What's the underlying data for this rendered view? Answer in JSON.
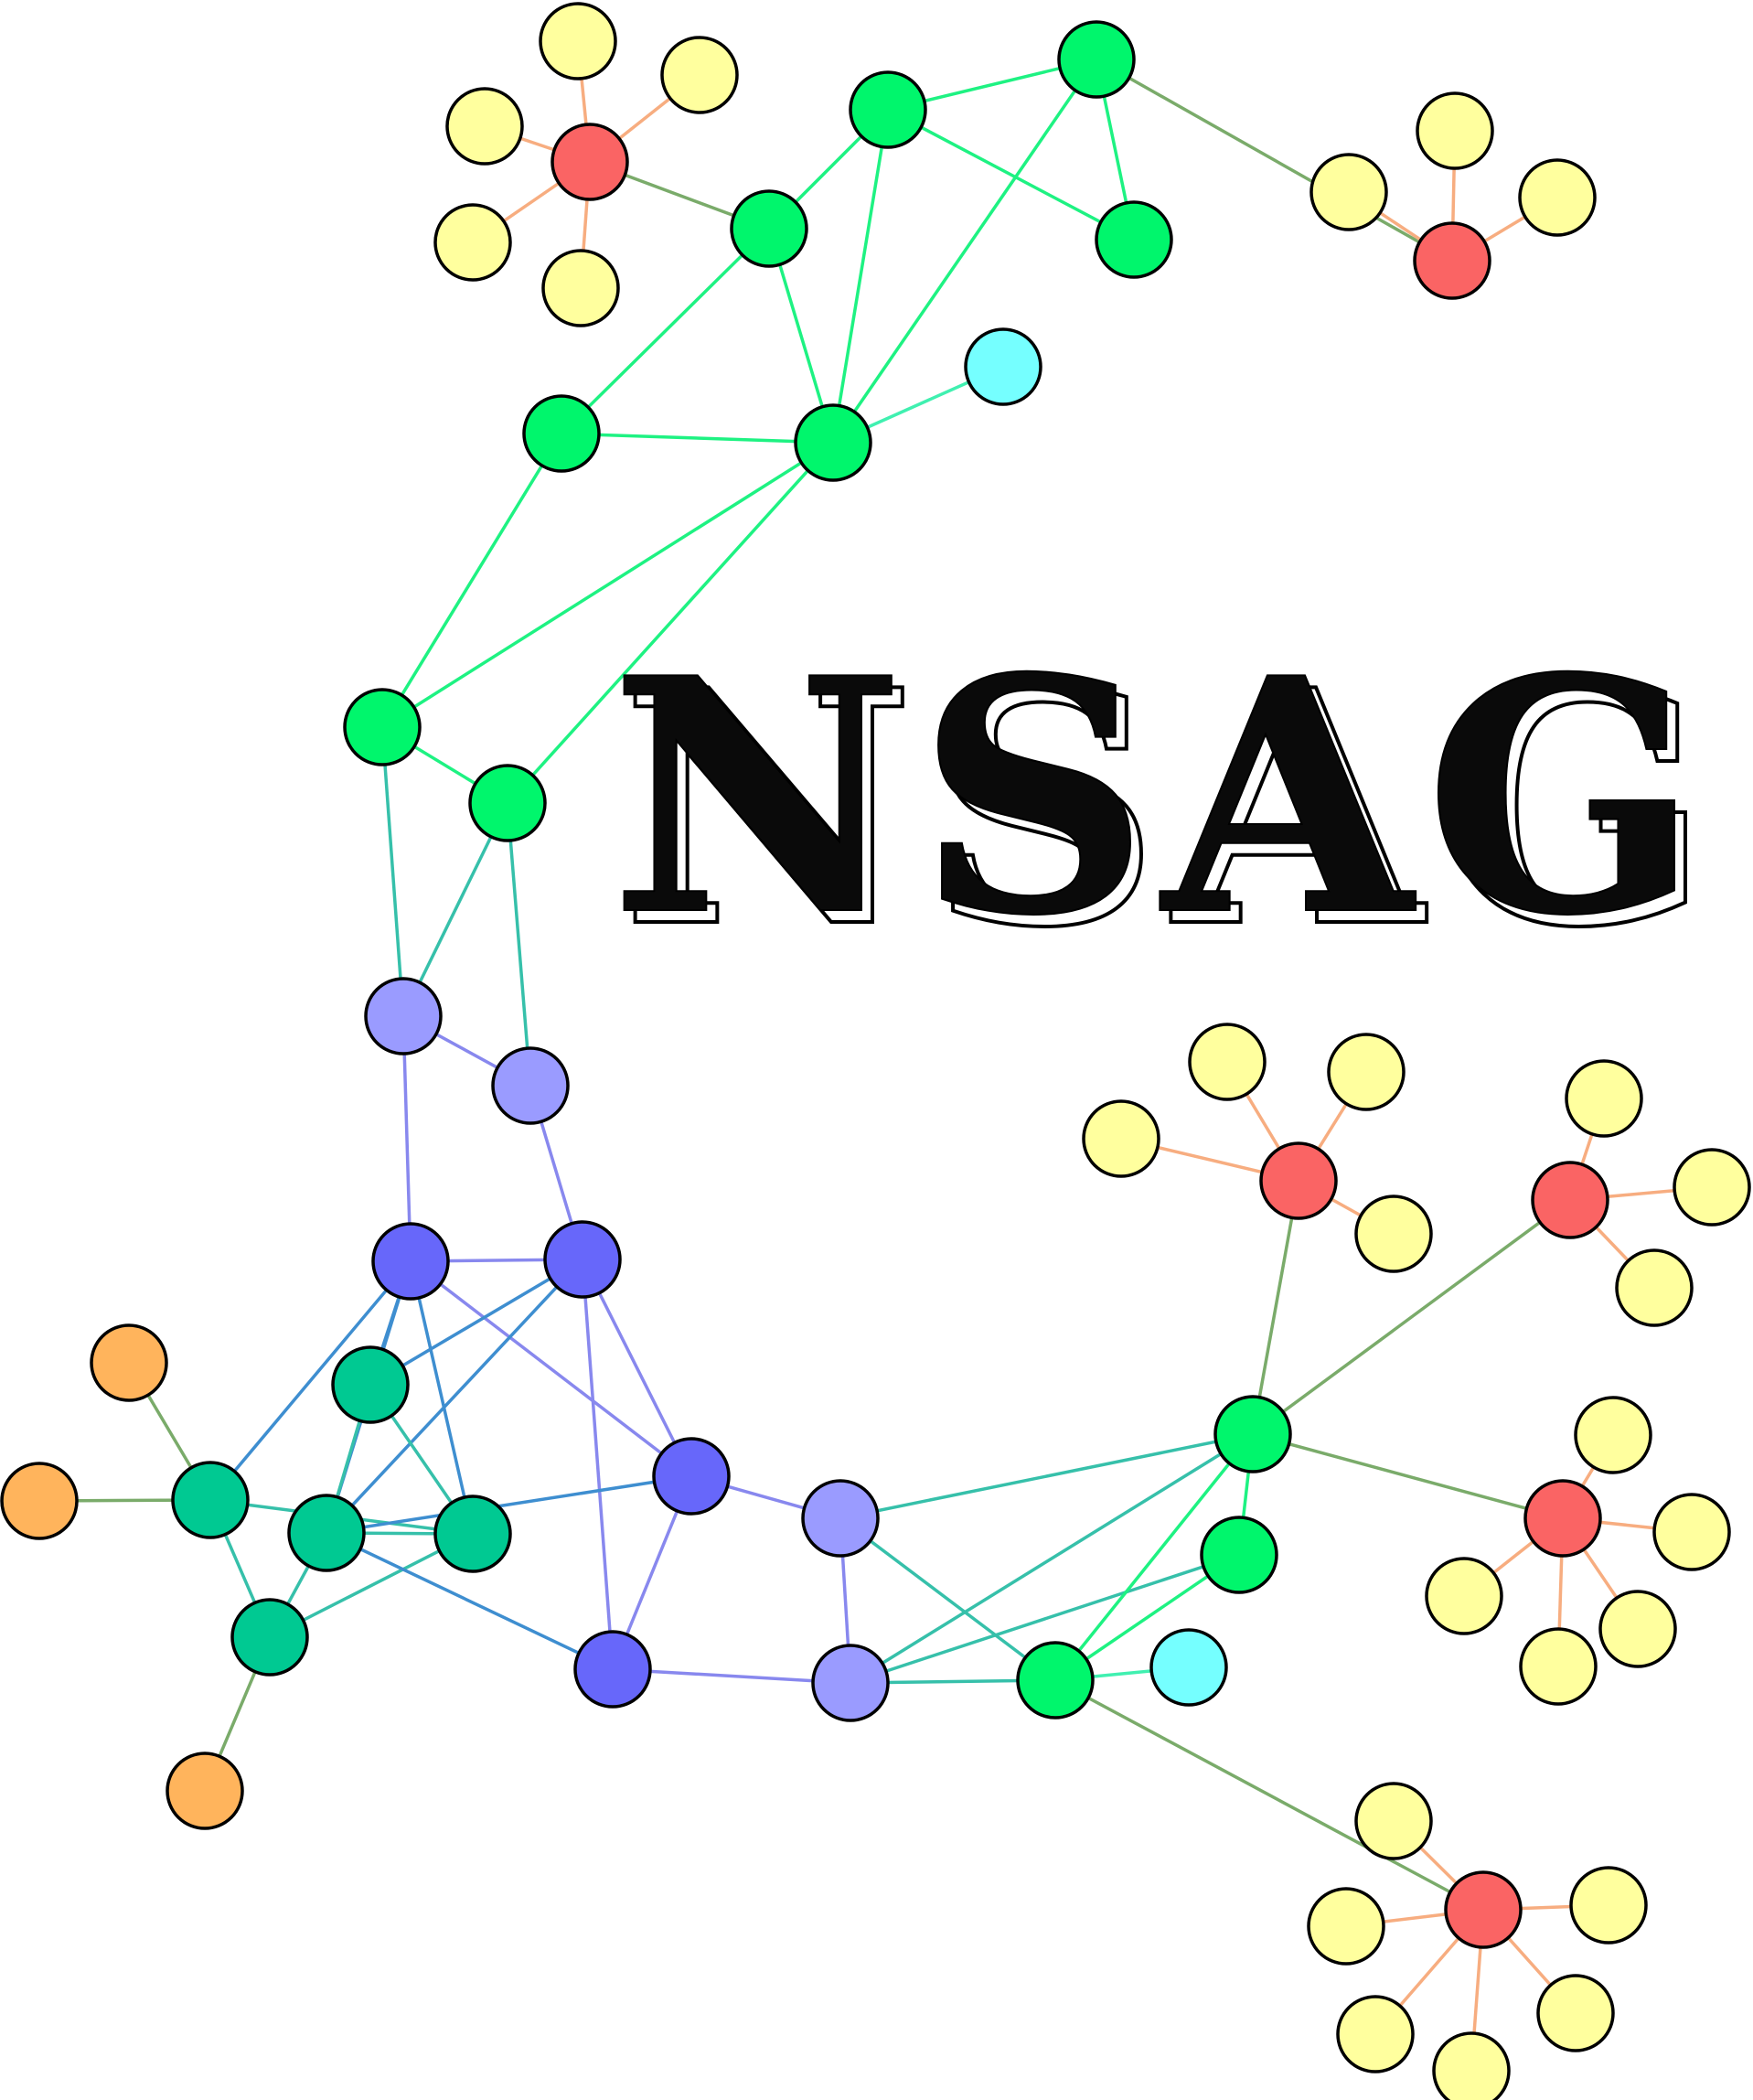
{
  "title": "NSAG",
  "colors": {
    "group_red": "#fa6464",
    "group_yellow": "#ffff9e",
    "group_green": "#00f66c",
    "group_cyan": "#75ffff",
    "group_lavender": "#9a9bff",
    "group_blue": "#6767fa",
    "group_teal": "#00c992",
    "group_orange": "#ffb45c",
    "edge_green": "#1ef282",
    "edge_orange": "#f7ad80",
    "edge_olive": "#7aab6a",
    "edge_teal": "#36c0aa",
    "edge_lavender": "#8888ee",
    "edge_blue": "#3e8ed0",
    "edge_cyan": "#40f0b0"
  },
  "nodes": [
    {
      "id": "r1",
      "group": "red"
    },
    {
      "id": "y1a",
      "group": "yellow"
    },
    {
      "id": "y1b",
      "group": "yellow"
    },
    {
      "id": "y1c",
      "group": "yellow"
    },
    {
      "id": "y1d",
      "group": "yellow"
    },
    {
      "id": "y1e",
      "group": "yellow"
    },
    {
      "id": "g1",
      "group": "green"
    },
    {
      "id": "g2",
      "group": "green"
    },
    {
      "id": "g3",
      "group": "green"
    },
    {
      "id": "g4",
      "group": "green"
    },
    {
      "id": "g5",
      "group": "green"
    },
    {
      "id": "g6",
      "group": "green"
    },
    {
      "id": "g7",
      "group": "green"
    },
    {
      "id": "g8",
      "group": "green"
    },
    {
      "id": "c1",
      "group": "cyan"
    },
    {
      "id": "r2",
      "group": "red"
    },
    {
      "id": "y2a",
      "group": "yellow"
    },
    {
      "id": "y2b",
      "group": "yellow"
    },
    {
      "id": "y2c",
      "group": "yellow"
    },
    {
      "id": "l1",
      "group": "lavender"
    },
    {
      "id": "l2",
      "group": "lavender"
    },
    {
      "id": "b1",
      "group": "blue"
    },
    {
      "id": "b2",
      "group": "blue"
    },
    {
      "id": "b3",
      "group": "blue"
    },
    {
      "id": "b4",
      "group": "blue"
    },
    {
      "id": "t1",
      "group": "teal"
    },
    {
      "id": "t2",
      "group": "teal"
    },
    {
      "id": "t3",
      "group": "teal"
    },
    {
      "id": "t4",
      "group": "teal"
    },
    {
      "id": "t5",
      "group": "teal"
    },
    {
      "id": "o1",
      "group": "orange"
    },
    {
      "id": "o2",
      "group": "orange"
    },
    {
      "id": "o3",
      "group": "orange"
    },
    {
      "id": "l3",
      "group": "lavender"
    },
    {
      "id": "l4",
      "group": "lavender"
    },
    {
      "id": "g9",
      "group": "green"
    },
    {
      "id": "g10",
      "group": "green"
    },
    {
      "id": "g11",
      "group": "green"
    },
    {
      "id": "c2",
      "group": "cyan"
    },
    {
      "id": "r3",
      "group": "red"
    },
    {
      "id": "y3a",
      "group": "yellow"
    },
    {
      "id": "y3b",
      "group": "yellow"
    },
    {
      "id": "y3c",
      "group": "yellow"
    },
    {
      "id": "y3d",
      "group": "yellow"
    },
    {
      "id": "r4",
      "group": "red"
    },
    {
      "id": "y4a",
      "group": "yellow"
    },
    {
      "id": "y4b",
      "group": "yellow"
    },
    {
      "id": "y4c",
      "group": "yellow"
    },
    {
      "id": "r5",
      "group": "red"
    },
    {
      "id": "y5a",
      "group": "yellow"
    },
    {
      "id": "y5b",
      "group": "yellow"
    },
    {
      "id": "y5c",
      "group": "yellow"
    },
    {
      "id": "y5d",
      "group": "yellow"
    },
    {
      "id": "y5e",
      "group": "yellow"
    },
    {
      "id": "r6",
      "group": "red"
    },
    {
      "id": "y6a",
      "group": "yellow"
    },
    {
      "id": "y6b",
      "group": "yellow"
    },
    {
      "id": "y6c",
      "group": "yellow"
    },
    {
      "id": "y6d",
      "group": "yellow"
    },
    {
      "id": "y6e",
      "group": "yellow"
    },
    {
      "id": "y6f",
      "group": "yellow"
    }
  ],
  "edges": [
    [
      "r1",
      "y1a",
      "orange"
    ],
    [
      "r1",
      "y1b",
      "orange"
    ],
    [
      "r1",
      "y1c",
      "orange"
    ],
    [
      "r1",
      "y1d",
      "orange"
    ],
    [
      "r1",
      "y1e",
      "orange"
    ],
    [
      "r1",
      "g1",
      "olive"
    ],
    [
      "g1",
      "g2",
      "green"
    ],
    [
      "g1",
      "g5",
      "green"
    ],
    [
      "g1",
      "g6",
      "green"
    ],
    [
      "g2",
      "g3",
      "green"
    ],
    [
      "g2",
      "g4",
      "green"
    ],
    [
      "g2",
      "g6",
      "green"
    ],
    [
      "g3",
      "g4",
      "green"
    ],
    [
      "g3",
      "g6",
      "green"
    ],
    [
      "g3",
      "r2",
      "olive"
    ],
    [
      "g5",
      "g6",
      "green"
    ],
    [
      "g5",
      "g7",
      "green"
    ],
    [
      "g6",
      "c1",
      "cyan"
    ],
    [
      "g6",
      "g7",
      "green"
    ],
    [
      "g6",
      "g8",
      "green"
    ],
    [
      "g7",
      "g8",
      "green"
    ],
    [
      "r2",
      "y2a",
      "orange"
    ],
    [
      "r2",
      "y2b",
      "orange"
    ],
    [
      "r2",
      "y2c",
      "orange"
    ],
    [
      "g7",
      "l1",
      "teal"
    ],
    [
      "g8",
      "l1",
      "teal"
    ],
    [
      "g8",
      "l2",
      "teal"
    ],
    [
      "l1",
      "l2",
      "lavender"
    ],
    [
      "l1",
      "b1",
      "lavender"
    ],
    [
      "l2",
      "b2",
      "lavender"
    ],
    [
      "b1",
      "b2",
      "lavender"
    ],
    [
      "b1",
      "b3",
      "lavender"
    ],
    [
      "b2",
      "b3",
      "lavender"
    ],
    [
      "b2",
      "b4",
      "lavender"
    ],
    [
      "b3",
      "b4",
      "lavender"
    ],
    [
      "b1",
      "t1",
      "blue"
    ],
    [
      "b1",
      "t2",
      "blue"
    ],
    [
      "b1",
      "t3",
      "blue"
    ],
    [
      "b1",
      "t4",
      "blue"
    ],
    [
      "b2",
      "t1",
      "blue"
    ],
    [
      "b2",
      "t4",
      "blue"
    ],
    [
      "t1",
      "t2",
      "teal"
    ],
    [
      "t1",
      "t4",
      "teal"
    ],
    [
      "t2",
      "t3",
      "teal"
    ],
    [
      "t2",
      "t4",
      "teal"
    ],
    [
      "t2",
      "t5",
      "teal"
    ],
    [
      "t3",
      "t5",
      "teal"
    ],
    [
      "t4",
      "t5",
      "teal"
    ],
    [
      "t4",
      "b3",
      "blue"
    ],
    [
      "t4",
      "b4",
      "blue"
    ],
    [
      "t3",
      "o1",
      "olive"
    ],
    [
      "t3",
      "o2",
      "olive"
    ],
    [
      "t5",
      "o3",
      "olive"
    ],
    [
      "b3",
      "l3",
      "lavender"
    ],
    [
      "b4",
      "l4",
      "lavender"
    ],
    [
      "l3",
      "l4",
      "lavender"
    ],
    [
      "l3",
      "g9",
      "teal"
    ],
    [
      "l3",
      "g11",
      "teal"
    ],
    [
      "l4",
      "g9",
      "teal"
    ],
    [
      "l4",
      "g10",
      "teal"
    ],
    [
      "l4",
      "g11",
      "teal"
    ],
    [
      "g9",
      "g10",
      "green"
    ],
    [
      "g9",
      "g11",
      "green"
    ],
    [
      "g10",
      "g11",
      "green"
    ],
    [
      "g11",
      "c2",
      "cyan"
    ],
    [
      "g9",
      "r3",
      "olive"
    ],
    [
      "g9",
      "r4",
      "olive"
    ],
    [
      "g9",
      "r5",
      "olive"
    ],
    [
      "g11",
      "r6",
      "olive"
    ],
    [
      "r3",
      "y3a",
      "orange"
    ],
    [
      "r3",
      "y3b",
      "orange"
    ],
    [
      "r3",
      "y3c",
      "orange"
    ],
    [
      "r3",
      "y3d",
      "orange"
    ],
    [
      "r4",
      "y4a",
      "orange"
    ],
    [
      "r4",
      "y4b",
      "orange"
    ],
    [
      "r4",
      "y4c",
      "orange"
    ],
    [
      "r5",
      "y5a",
      "orange"
    ],
    [
      "r5",
      "y5b",
      "orange"
    ],
    [
      "r5",
      "y5c",
      "orange"
    ],
    [
      "r5",
      "y5d",
      "orange"
    ],
    [
      "r5",
      "y5e",
      "orange"
    ],
    [
      "r6",
      "y6a",
      "orange"
    ],
    [
      "r6",
      "y6b",
      "orange"
    ],
    [
      "r6",
      "y6c",
      "orange"
    ],
    [
      "r6",
      "y6d",
      "orange"
    ],
    [
      "r6",
      "y6e",
      "orange"
    ],
    [
      "r6",
      "y6f",
      "orange"
    ]
  ]
}
